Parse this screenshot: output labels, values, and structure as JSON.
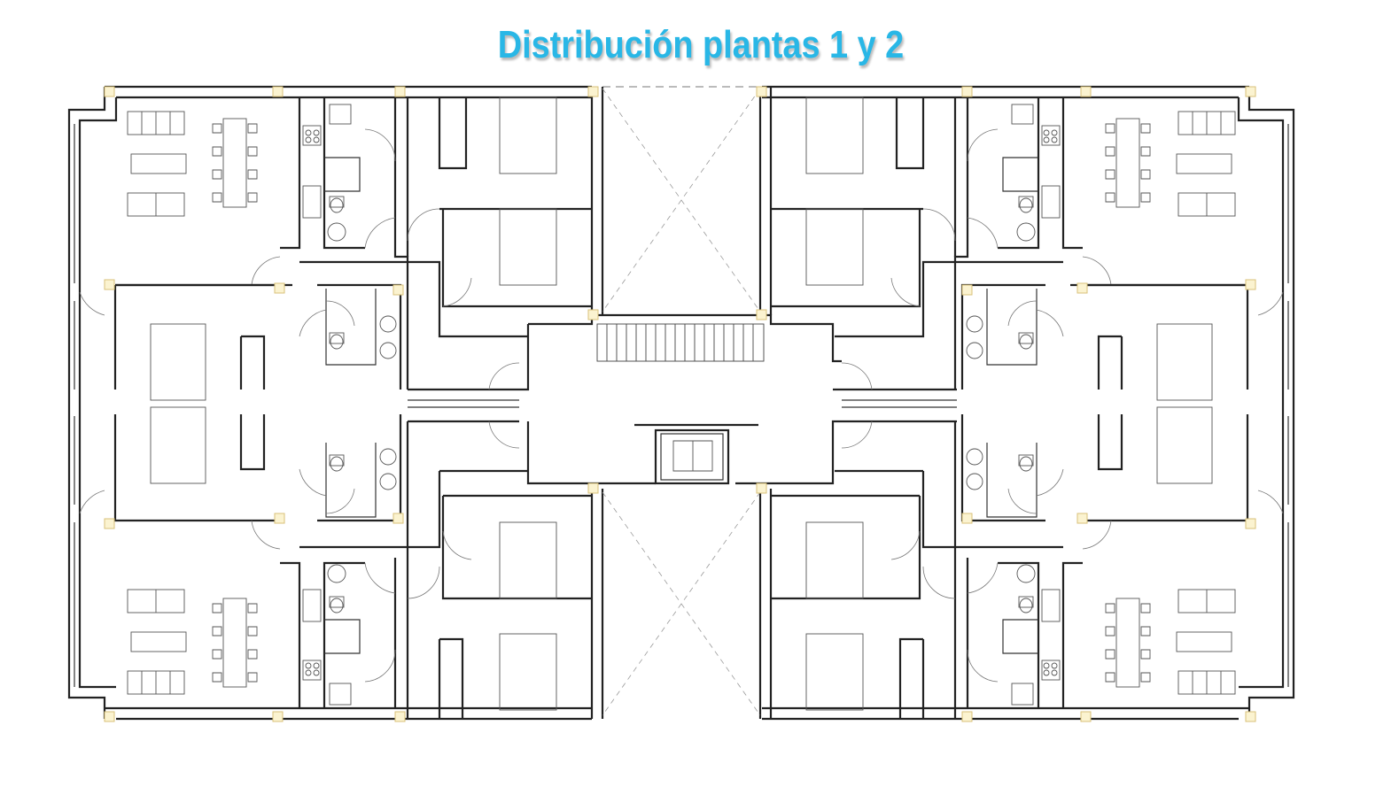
{
  "title": "Distribución plantas 1 y 2",
  "colors": {
    "title": "#29b7e6",
    "walls": "#222222",
    "furniture": "#555555",
    "columns": "#fbf3d0"
  },
  "plan_elements": {
    "units": [
      "apartment-top-left",
      "apartment-top-right",
      "apartment-bottom-left",
      "apartment-bottom-right",
      "apartment-mid-left-upper",
      "apartment-mid-left-lower",
      "apartment-mid-right-upper",
      "apartment-mid-right-lower"
    ],
    "core": [
      "stair",
      "elevator",
      "lobby"
    ],
    "courtyards": [
      "courtyard-north",
      "courtyard-south"
    ]
  }
}
